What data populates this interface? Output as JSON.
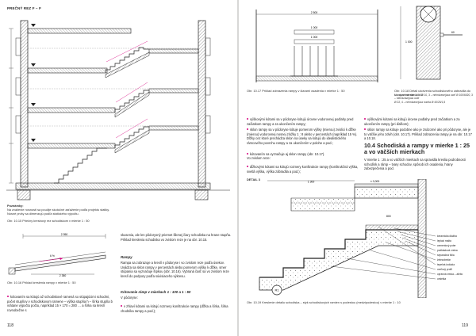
{
  "left_page": {
    "header": "PREČNÝ REZ F – F",
    "legend_title": "Poznámky:",
    "legend_lines": [
      "Na zváženie nosnosti sa použije skutočné zaťaženie podľa projektu statiky.",
      "Nosné prvky sa dimenzujú podľa statického výpočtu."
    ],
    "caption_section": "Obr. 10.15  Priečny kresbový rez schodiskom v mierke 1 : 50",
    "ramp_caption": "Obr. 10.16  Príklad kreslenia rampy v mierke 1 : 50",
    "ramp_labels": {
      "top_dim": "2 950",
      "inner_dim": "2 380",
      "slope": "6 %",
      "length": "Rampa"
    },
    "bullets_left": [
      "kótovaním sa kótujú až schodiskové ramená so stúpajúcimi schodmi, počet stupňov v schodiskovom ramene – výška stupňa h – šírka stupňa b vrátane výpočtu počtu, napríklad 15 × 170 = 280 … a šírka sa kreslí rovnobežne s",
      "osou ramena; ak schodisko nie je priame, kreslí sa aj súčet lomených dĺžok."
    ],
    "col2_intro": "skusenia, ale len pôdorysný priemet šikmej čiary schodiska na hrane stupňa. Príklad kreslenia schodiska vo zvislom reze je na obr. 10.15.",
    "rampy_heading": "Rampy",
    "rampy_text": "Rampa sa zobrazuje a kreslí v pôdoryse i vo zvislom reze podľa úsekov. Uvádza sa sklon rampy v percentách alebo pomerom výšky k dĺžke, smer stúpania sa vyznačuje šípkou (obr. 10.16). Vybraná časť sa vo zvislom reze kreslí do podpory podľa súvisiaceho výkresu.",
    "kot_heading": "Kótovanie rámp v mierkach 1 : 100 a 1 : 50",
    "kot_text": "V pôdoryse:",
    "kot_bullets": [
      "v zhlaví kótami sa kótujú rozmery konštrukcie rampy (dĺžka a šírka, šírka chodníka rampy a pod.);"
    ],
    "page_number": "118"
  },
  "right_page": {
    "caption_ramp_section": "Obr. 10.17  Príklad zobrazenia rampy v čiarami osadenia v mierke 1 : 50",
    "caption_railing": "Obr. 10.18  Detail ukotvenia schodiskového zábradlia do steny v mierke 1 : 10",
    "railing_legend": [
      "1 – stavebné zábradlie Ø 10, 3 – nehrdzavejúca oceľ Ø 100/6020, 3 – nehrdzavejúca oceľ",
      "Ø 22, 4 – nehrdzavejúca rozeta Ø 40/25/1,5"
    ],
    "railing_dims": [
      "1 000",
      "1 000",
      "2 500",
      "1 000",
      "60"
    ],
    "bullets_col1": [
      "výškovými kótami sa v pôdoryse kótujú úrovne vodorovnej podlahy pred začiatkom rampy a za ukončením rampy;",
      "sklon rampy sa v pôdoryse kótuje pomerom výšky (mierou) zvislici k dĺžke (mierou) vodorovnej nosnej zložky 1 : 8 alebo v percentách (napríklad 15 %). Dĺžky cez ktoré prechádza sklon na úseky sa kótujú do idealistického rámcového povrchu rampy a za ukončením v polohe a pod.;",
      "kótovaním sa vyznačuje aj sklon rampy (obr. 10.17)."
    ],
    "vo_reze": "Vo zvislom reze:",
    "bullets_col1b": [
      "dĺžkovými kótami sa kótujú rozmery konštrukcie rampy (konštrukčná výška, svetlá výška, výška zábradlia a pod.);"
    ],
    "bullets_col2": [
      "výškovými kótami sa kótujú úrovne podlahy pred začiatkom a za ukončením rampy (pri ďalšom);",
      "sklon rampy sa kótuje podobne ako je znázorné ako pri pôdoryse, ale je to väčšie jeho zdvih (obr. 10.17). Príklad zobrazenia rampy je na obr. 10.17 a 10.18."
    ],
    "section_title": "10.4 Schodiská a rampy v mierke 1 : 25 a vo väčších mierkach",
    "section_text": "V mierke 1 : 25 a vo väčších mierkach sa spravidla kreslia podrobnosti schodísk a rámp – tvary schodov, spôsob ich osadenia, hrany zabezpečenia a pod.",
    "detail_label": "DETAIL 3",
    "detail_callouts": [
      "keramická dlažba",
      "lepiaci malta",
      "cementový poter",
      "podkladová vrstva",
      "separačná fólia",
      "železobetón",
      "tepelná izolácia",
      "oceľový profil",
      "opravná vrstva – alebo",
      "omietka"
    ],
    "detail_marker": "R1",
    "detail_dims": [
      "1 300",
      "800",
      "± 0,000"
    ],
    "detail_caption": "Obr. 10.19  Kreslenie detailu schodiska – styk schodiskových ramien s podestou (medzipodestou) v mierke 1 : 10",
    "page_number": "119"
  },
  "colors": {
    "accent": "#d6007e",
    "ink": "#222222",
    "hatch": "#555555"
  }
}
